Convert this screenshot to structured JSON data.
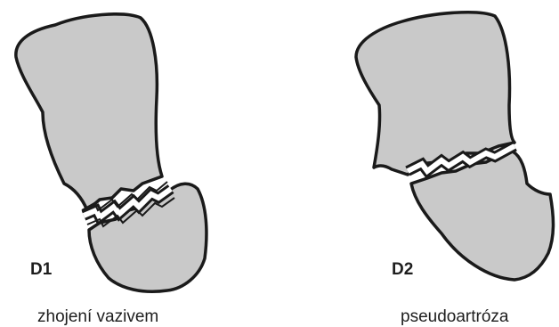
{
  "colors": {
    "bone_fill": "#c9c9c9",
    "outline": "#1a1a1a",
    "fracture_gap": "#ffffff",
    "text": "#1e1e1e"
  },
  "panels": [
    {
      "label": "D1",
      "caption": "zhojení vazivem"
    },
    {
      "label": "D2",
      "caption": "pseudoartróza"
    }
  ]
}
